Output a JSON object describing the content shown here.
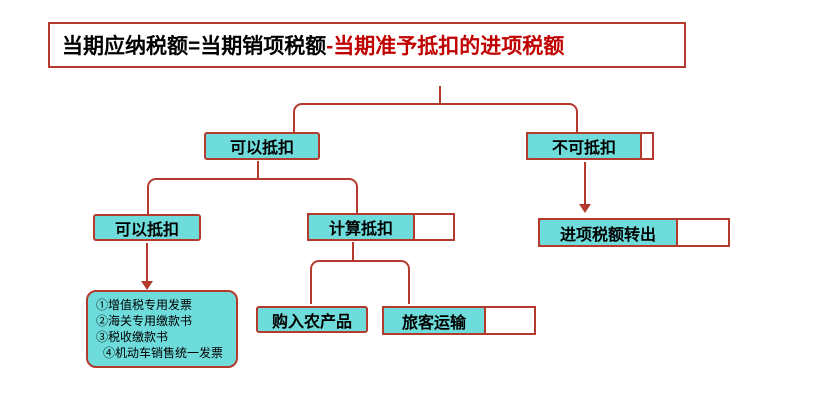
{
  "title": {
    "black_part": "当期应纳税额=当期销项税额",
    "red_part": "-当期准予抵扣的进项税额"
  },
  "nodes": {
    "deductible_top": "可以抵扣",
    "non_deductible": "不可抵扣",
    "deductible_sub": "可以抵扣",
    "calculated_deduction": "计算抵扣",
    "input_tax_transfer_out": "进项税额转出",
    "purchase_agricultural_products": "购入农产品",
    "passenger_transport": "旅客运输",
    "voucher_list": [
      "①增值税专用发票",
      "②海关专用缴款书",
      "③税收缴款书",
      "④机动车销售统一发票"
    ]
  },
  "colors": {
    "border_red": "#b43a2e",
    "title_red": "#c00000",
    "node_fill_cyan": "#6fdcdc"
  }
}
